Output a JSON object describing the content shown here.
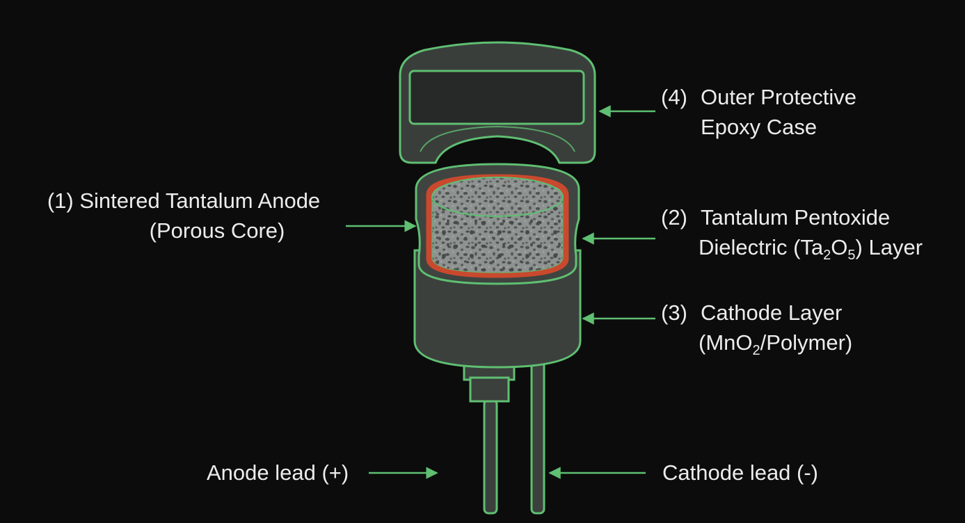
{
  "labels": {
    "outer_case": {
      "number": "(4)",
      "line1": "Outer Protective",
      "line2": "Epoxy Case"
    },
    "dielectric": {
      "number": "(2)",
      "line1": "Tantalum Pentoxide",
      "line2_pre": "Dielectric (Ta",
      "sub1": "2",
      "line2_mid": "O",
      "sub2": "5",
      "line2_post": ") Layer"
    },
    "cathode": {
      "number": "(3)",
      "line1": "Cathode Layer",
      "line2_pre": "(MnO",
      "sub1": "2",
      "line2_post": "/Polymer)"
    },
    "anode": {
      "number": "(1)",
      "line1": "Sintered Tantalum Anode",
      "line2": "(Porous Core)"
    },
    "anode_lead": "Anode lead (+)",
    "cathode_lead": "Cathode lead (-)"
  },
  "colors": {
    "background": "#0c0c0c",
    "outline": "#5fbf72",
    "case_fill": "#3a3e3b",
    "body_fill": "#3b403c",
    "porous_core": "#8d9190",
    "dielectric": "#c9492e",
    "text": "#ececec"
  }
}
